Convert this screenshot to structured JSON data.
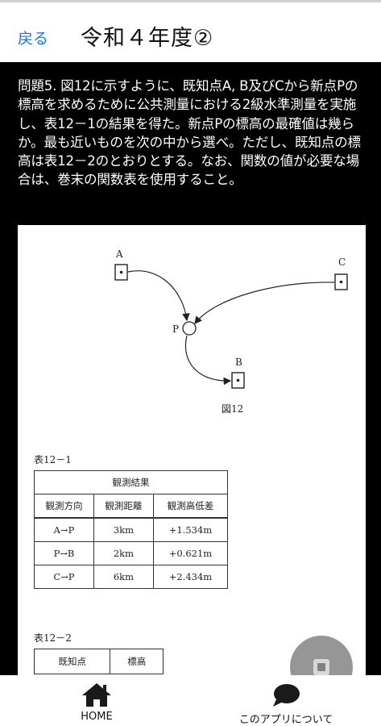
{
  "header": {
    "back_label": "戻る",
    "title": "令和４年度②"
  },
  "question": {
    "text": "問題5. 図12に示すように、既知点A, B及びCから新点Pの標高を求めるために公共測量における2級水準測量を実施し、表12－1の結果を得た。新点Pの標高の最確値は幾らか。最も近いものを次の中から選べ。ただし、既知点の標高は表12－2のとおりとする。なお、関数の値が必要な場合は、巻末の関数表を使用すること。"
  },
  "figure": {
    "points": {
      "a": "A",
      "b": "B",
      "c": "C",
      "p": "P"
    },
    "caption": "図12"
  },
  "table1": {
    "label": "表12－1",
    "group_header": "観測結果",
    "headers": [
      "観測方向",
      "観測距離",
      "観測高低差"
    ],
    "rows": [
      [
        "A→P",
        "3km",
        "+1.534m"
      ],
      [
        "P→B",
        "2km",
        "+0.621m"
      ],
      [
        "C→P",
        "6km",
        "+2.434m"
      ]
    ]
  },
  "table2": {
    "label": "表12－2",
    "headers": [
      "既知点",
      "標高"
    ]
  },
  "bottom_nav": {
    "home_label": "HOME",
    "about_label": "このアプリについて"
  },
  "icons": {
    "home": "home-icon",
    "about": "chat-bubble-icon",
    "fab": "stop-icon"
  }
}
